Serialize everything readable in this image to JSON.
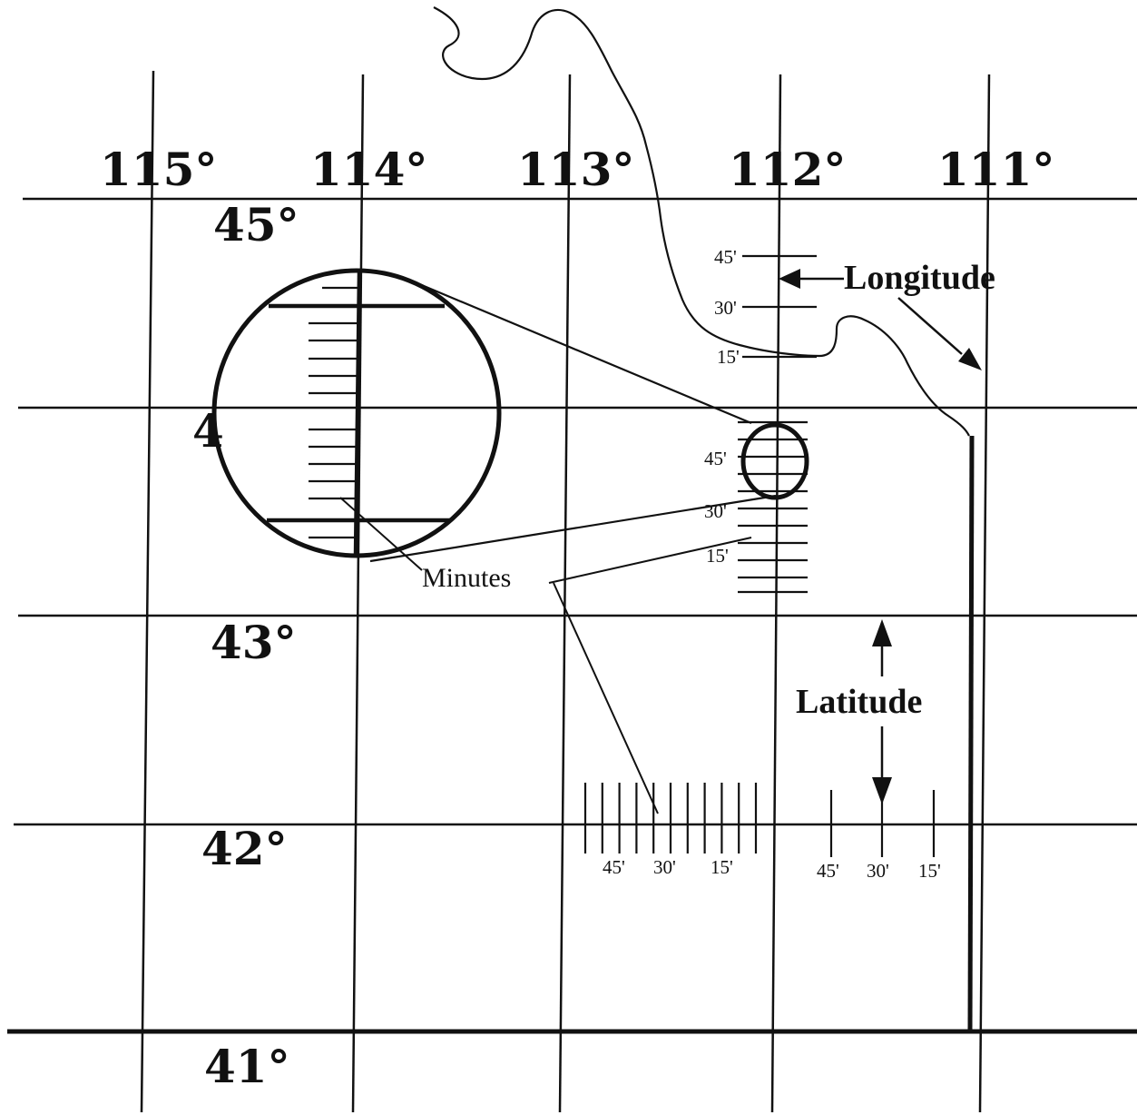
{
  "longitude_labels": [
    "115°",
    "114°",
    "113°",
    "112°",
    "111°"
  ],
  "latitude_labels": [
    "45°",
    "43°",
    "42°",
    "41°"
  ],
  "partial_latitude_label": "4",
  "callouts": {
    "longitude": "Longitude",
    "latitude": "Latitude",
    "minutes": "Minutes"
  },
  "latitude_minute_ticks": [
    "45'",
    "30'",
    "15'"
  ],
  "small_circle_minute_ticks": [
    "45'",
    "30'",
    "15'"
  ],
  "longitude_minute_ticks_fine": [
    "45'",
    "30'",
    "15'"
  ],
  "longitude_minute_ticks_coarse": [
    "45'",
    "30'",
    "15'"
  ],
  "colors": {
    "ink": "#111111",
    "paper": "#ffffff"
  }
}
